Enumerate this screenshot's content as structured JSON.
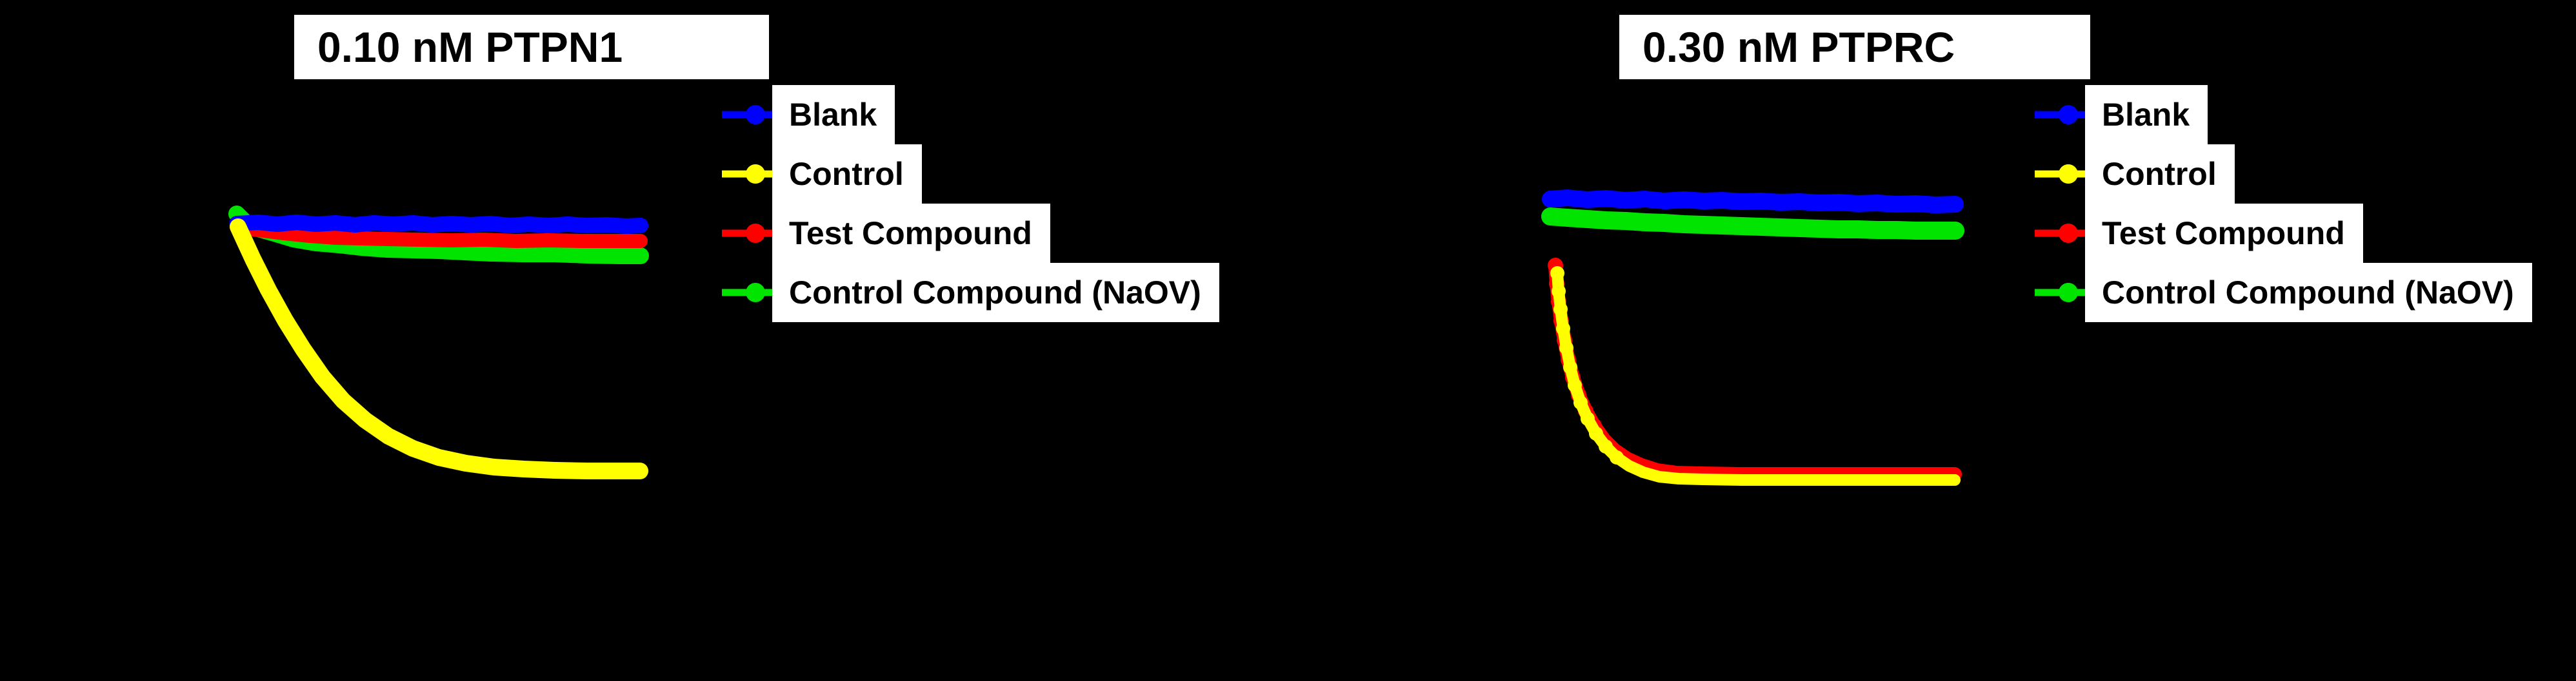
{
  "colors": {
    "background": "#000000",
    "panel_bg": "#000000",
    "label_box_bg": "#ffffff",
    "label_text": "#000000",
    "blank": "#0000ff",
    "control": "#ffff00",
    "test_compound": "#ff0000",
    "control_compound": "#00e400"
  },
  "panels": [
    {
      "title": "0.10 nM PTPN1",
      "legend": {
        "rows": [
          {
            "label": "Blank",
            "color": "#0000ff"
          },
          {
            "label": "Control",
            "color": "#ffff00"
          },
          {
            "label": "Test Compound",
            "color": "#ff0000"
          },
          {
            "label": "Control Compound (NaOV)",
            "color": "#00e400"
          }
        ]
      }
    },
    {
      "title": "0.30 nM PTPRC",
      "legend": {
        "rows": [
          {
            "label": "Blank",
            "color": "#0000ff"
          },
          {
            "label": "Control",
            "color": "#ffff00"
          },
          {
            "label": "Test Compound",
            "color": "#ff0000"
          },
          {
            "label": "Control Compound (NaOV)",
            "color": "#00e400"
          }
        ]
      }
    }
  ],
  "chart_data": [
    {
      "type": "line",
      "title": "0.10 nM PTPN1",
      "axes_visible": false,
      "legend_position": "right",
      "coordinate_space": "image_px",
      "series": [
        {
          "name": "Control Compound (NaOV)",
          "color": "#00e400",
          "stroke_width": 26,
          "points": [
            [
              367,
              332
            ],
            [
              380,
              345
            ],
            [
              400,
              355
            ],
            [
              425,
              362
            ],
            [
              455,
              371
            ],
            [
              490,
              377
            ],
            [
              525,
              380
            ],
            [
              560,
              384
            ],
            [
              600,
              387
            ],
            [
              640,
              388
            ],
            [
              680,
              389
            ],
            [
              720,
              391
            ],
            [
              760,
              393
            ],
            [
              810,
              394
            ],
            [
              860,
              394
            ],
            [
              910,
              396
            ],
            [
              960,
              397
            ],
            [
              993,
              397
            ]
          ]
        },
        {
          "name": "Test Compound",
          "color": "#ff0000",
          "stroke_width": 22,
          "points": [
            [
              367,
              352
            ],
            [
              400,
              357
            ],
            [
              440,
              362
            ],
            [
              480,
              366
            ],
            [
              520,
              369
            ],
            [
              560,
              370
            ],
            [
              600,
              371
            ],
            [
              650,
              372
            ],
            [
              700,
              373
            ],
            [
              750,
              372
            ],
            [
              800,
              374
            ],
            [
              850,
              373
            ],
            [
              900,
              374
            ],
            [
              950,
              374
            ],
            [
              993,
              374
            ]
          ]
        },
        {
          "name": "Blank",
          "color": "#0000ff",
          "stroke_width": 24,
          "points": [
            [
              367,
              347
            ],
            [
              400,
              345
            ],
            [
              430,
              348
            ],
            [
              460,
              345
            ],
            [
              490,
              348
            ],
            [
              520,
              346
            ],
            [
              550,
              349
            ],
            [
              580,
              346
            ],
            [
              610,
              348
            ],
            [
              640,
              346
            ],
            [
              670,
              349
            ],
            [
              700,
              347
            ],
            [
              730,
              349
            ],
            [
              760,
              347
            ],
            [
              790,
              350
            ],
            [
              820,
              348
            ],
            [
              850,
              350
            ],
            [
              880,
              348
            ],
            [
              910,
              350
            ],
            [
              940,
              349
            ],
            [
              970,
              351
            ],
            [
              993,
              350
            ]
          ]
        },
        {
          "name": "Control",
          "color": "#ffff00",
          "stroke_width": 26,
          "points": [
            [
              369,
              352
            ],
            [
              392,
              402
            ],
            [
              416,
              450
            ],
            [
              442,
              497
            ],
            [
              470,
              542
            ],
            [
              500,
              585
            ],
            [
              532,
              622
            ],
            [
              566,
              652
            ],
            [
              602,
              677
            ],
            [
              640,
              696
            ],
            [
              680,
              710
            ],
            [
              722,
              719
            ],
            [
              766,
              725
            ],
            [
              812,
              728
            ],
            [
              860,
              730
            ],
            [
              910,
              731
            ],
            [
              960,
              731
            ],
            [
              992,
              731
            ]
          ]
        }
      ]
    },
    {
      "type": "line",
      "title": "0.30 nM PTPRC",
      "axes_visible": false,
      "legend_position": "right",
      "coordinate_space": "image_px",
      "series": [
        {
          "name": "Control Compound (NaOV)",
          "color": "#00e400",
          "stroke_width": 28,
          "points": [
            [
              2403,
              336
            ],
            [
              2430,
              338
            ],
            [
              2460,
              340
            ],
            [
              2490,
              342
            ],
            [
              2520,
              343
            ],
            [
              2550,
              345
            ],
            [
              2580,
              346
            ],
            [
              2610,
              348
            ],
            [
              2640,
              349
            ],
            [
              2670,
              350
            ],
            [
              2700,
              351
            ],
            [
              2730,
              352
            ],
            [
              2760,
              353
            ],
            [
              2790,
              354
            ],
            [
              2820,
              355
            ],
            [
              2850,
              356
            ],
            [
              2880,
              356
            ],
            [
              2910,
              357
            ],
            [
              2940,
              357
            ],
            [
              2970,
              358
            ],
            [
              3000,
              358
            ],
            [
              3031,
              358
            ]
          ]
        },
        {
          "name": "Blank",
          "color": "#0000ff",
          "stroke_width": 26,
          "points": [
            [
              2403,
              309
            ],
            [
              2430,
              307
            ],
            [
              2460,
              310
            ],
            [
              2490,
              308
            ],
            [
              2520,
              311
            ],
            [
              2550,
              309
            ],
            [
              2580,
              312
            ],
            [
              2610,
              310
            ],
            [
              2640,
              312
            ],
            [
              2670,
              311
            ],
            [
              2700,
              313
            ],
            [
              2730,
              312
            ],
            [
              2760,
              314
            ],
            [
              2790,
              313
            ],
            [
              2820,
              315
            ],
            [
              2850,
              314
            ],
            [
              2880,
              316
            ],
            [
              2910,
              315
            ],
            [
              2940,
              317
            ],
            [
              2970,
              316
            ],
            [
              3000,
              318
            ],
            [
              3031,
              317
            ]
          ]
        },
        {
          "name": "Test Compound",
          "color": "#ff0000",
          "stroke_width": 22,
          "dot_r": 12,
          "points": [
            [
              2411,
              412
            ],
            [
              2413,
              440
            ],
            [
              2416,
              468
            ],
            [
              2420,
              498
            ],
            [
              2425,
              528
            ],
            [
              2431,
              558
            ],
            [
              2438,
              586
            ],
            [
              2447,
              613
            ],
            [
              2458,
              638
            ],
            [
              2471,
              661
            ],
            [
              2486,
              682
            ],
            [
              2503,
              699
            ],
            [
              2522,
              712
            ],
            [
              2544,
              722
            ],
            [
              2569,
              730
            ],
            [
              2599,
              734
            ],
            [
              2637,
              735
            ],
            [
              2697,
              736
            ],
            [
              2777,
              736
            ],
            [
              2877,
              736
            ],
            [
              2957,
              736
            ],
            [
              3030,
              736
            ]
          ],
          "dots": [
            [
              2411,
              412
            ],
            [
              2413,
              440
            ],
            [
              2416,
              468
            ],
            [
              2420,
              498
            ],
            [
              2425,
              528
            ],
            [
              2431,
              558
            ],
            [
              2438,
              586
            ],
            [
              2447,
              613
            ],
            [
              2458,
              638
            ],
            [
              2471,
              661
            ]
          ]
        },
        {
          "name": "Control",
          "color": "#ffff00",
          "stroke_width": 18,
          "dot_r": 11,
          "points": [
            [
              2414,
              424
            ],
            [
              2416,
              452
            ],
            [
              2419,
              480
            ],
            [
              2423,
              510
            ],
            [
              2428,
              540
            ],
            [
              2434,
              570
            ],
            [
              2441,
              598
            ],
            [
              2450,
              625
            ],
            [
              2461,
              650
            ],
            [
              2474,
              673
            ],
            [
              2489,
              693
            ],
            [
              2506,
              710
            ],
            [
              2525,
              723
            ],
            [
              2547,
              733
            ],
            [
              2572,
              740
            ],
            [
              2602,
              743
            ],
            [
              2640,
              744
            ],
            [
              2700,
              745
            ],
            [
              2780,
              745
            ],
            [
              2880,
              745
            ],
            [
              2960,
              745
            ],
            [
              3030,
              745
            ]
          ],
          "dots": [
            [
              2414,
              424
            ],
            [
              2416,
              452
            ],
            [
              2419,
              480
            ],
            [
              2423,
              510
            ],
            [
              2428,
              540
            ],
            [
              2434,
              570
            ],
            [
              2441,
              598
            ],
            [
              2450,
              625
            ],
            [
              2461,
              650
            ],
            [
              2474,
              673
            ],
            [
              2489,
              693
            ],
            [
              2506,
              710
            ]
          ]
        }
      ]
    }
  ]
}
